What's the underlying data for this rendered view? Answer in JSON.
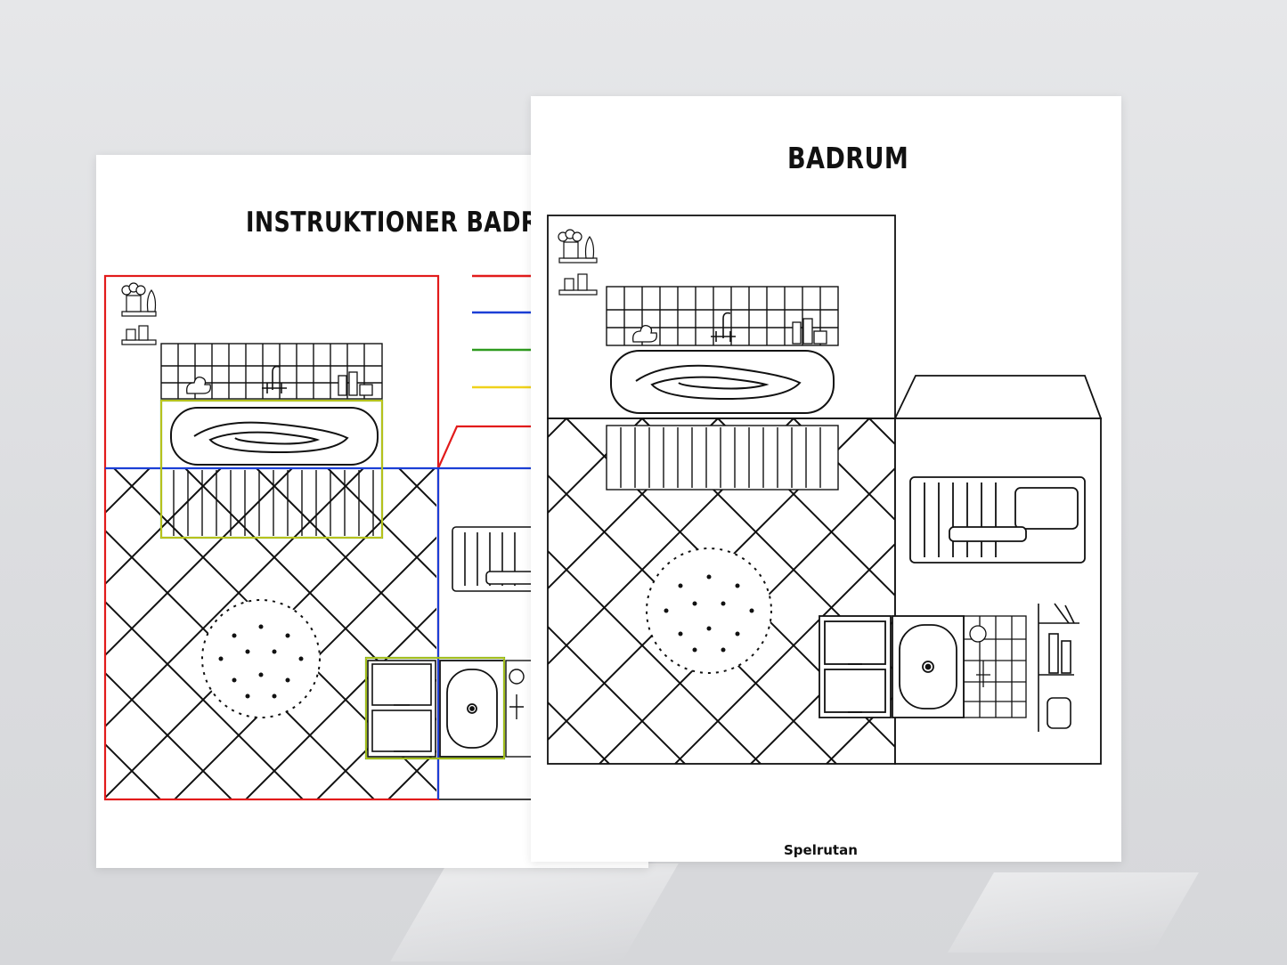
{
  "back_sheet": {
    "title": "INSTRUKTIONER BADRUM",
    "legend_colors": [
      "#e21b1b",
      "#1b3fd6",
      "#2e9a1f",
      "#f0d21b"
    ]
  },
  "front_sheet": {
    "title": "BADRUM",
    "footer": "Spelrutan"
  },
  "icons": [
    "flower-vase-icon",
    "soap-bottles-icon",
    "rubber-duck-icon",
    "faucet-icon",
    "bathtub-icon",
    "bath-mat-icon",
    "radiator-icon",
    "towel-icon",
    "sink-icon",
    "cabinet-icon",
    "toothbrush-shelf-icon"
  ]
}
